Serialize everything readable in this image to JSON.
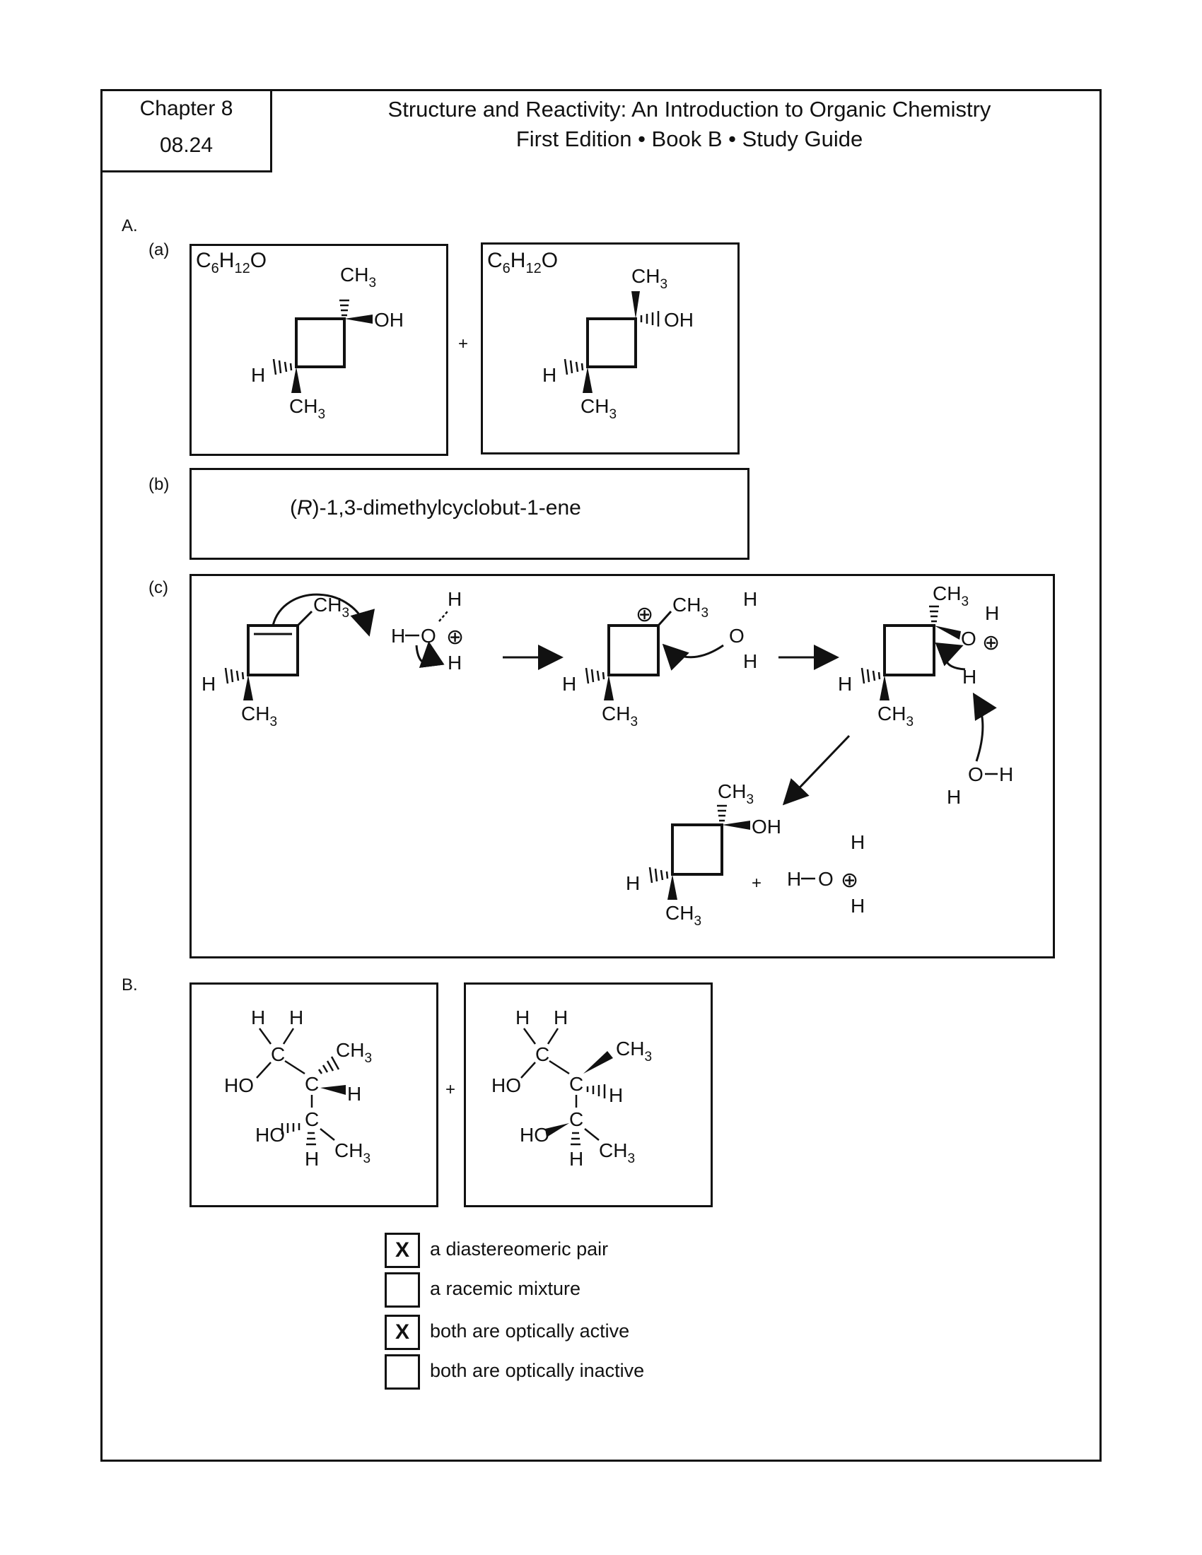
{
  "header": {
    "chapter": "Chapter 8",
    "problem": "08.24",
    "title": "Structure and Reactivity: An Introduction to Organic Chemistry",
    "subtitle": "First Edition • Book B • Study Guide"
  },
  "section_a": {
    "label": "A.",
    "part_a": {
      "label": "(a)",
      "formula": "C6H12O",
      "plus": "+",
      "groups": {
        "ch3": "CH3",
        "oh": "OH",
        "h": "H"
      }
    },
    "part_b": {
      "label": "(b)",
      "name_prefix": "(",
      "name_italic": "R",
      "name_suffix": ")-1,3-dimethylcyclobut-1-ene"
    },
    "part_c": {
      "label": "(c)",
      "plus": "+",
      "atoms": {
        "h": "H",
        "o": "O",
        "oh": "OH",
        "ch3": "CH3",
        "charge": "⊕"
      }
    }
  },
  "section_b": {
    "label": "B.",
    "plus": "+",
    "atoms": {
      "h": "H",
      "c": "C",
      "ho": "HO",
      "ch3": "CH3"
    },
    "options": [
      {
        "label": "a diastereomeric pair",
        "mark": "X"
      },
      {
        "label": "a racemic mixture",
        "mark": ""
      },
      {
        "label": "both are optically active",
        "mark": "X"
      },
      {
        "label": "both are optically inactive",
        "mark": ""
      }
    ]
  }
}
